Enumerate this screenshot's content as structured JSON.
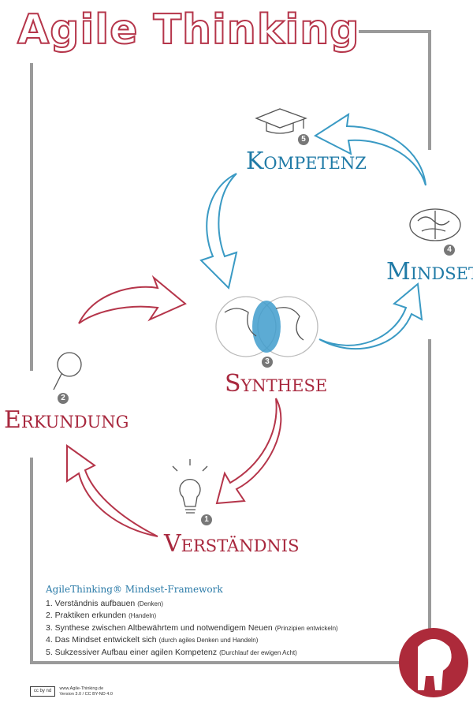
{
  "title": "Agile Thinking",
  "stages": [
    {
      "number": "1",
      "label": "Verständnis",
      "icon": "lightbulb-icon",
      "color": "#a8283e"
    },
    {
      "number": "2",
      "label": "Erkundung",
      "icon": "magnifier-icon",
      "color": "#a8283e"
    },
    {
      "number": "3",
      "label": "Synthese",
      "icon": "globe-icon",
      "color": "#a8283e"
    },
    {
      "number": "4",
      "label": "Mindset",
      "icon": "brain-icon",
      "color": "#1f7aa6"
    },
    {
      "number": "5",
      "label": "Kompetenz",
      "icon": "graduation-cap-icon",
      "color": "#1f7aa6"
    }
  ],
  "legend": {
    "heading": "AgileThinking® Mindset-Framework",
    "items": [
      {
        "text": "1. Verständnis aufbauen",
        "note": "(Denken)"
      },
      {
        "text": "2. Praktiken erkunden",
        "note": "(Handeln)"
      },
      {
        "text": "3. Synthese zwischen Altbewährtem und notwendigem Neuen",
        "note": "(Prinzipien entwickeln)"
      },
      {
        "text": "4. Das Mindset entwickelt sich",
        "note": "(durch agiles Denken und Handeln)"
      },
      {
        "text": "5. Sukzessiver Aufbau einer agilen Kompetenz",
        "note": "(Durchlauf der ewigen Acht)"
      }
    ]
  },
  "footer": {
    "license_badge": "cc by nd",
    "url": "www.Agile-Thinking.de",
    "version": "Version 3.0 / CC BY-ND 4.0"
  },
  "colors": {
    "red": "#a8283e",
    "blue": "#1f7aa6",
    "frame": "#999999"
  }
}
